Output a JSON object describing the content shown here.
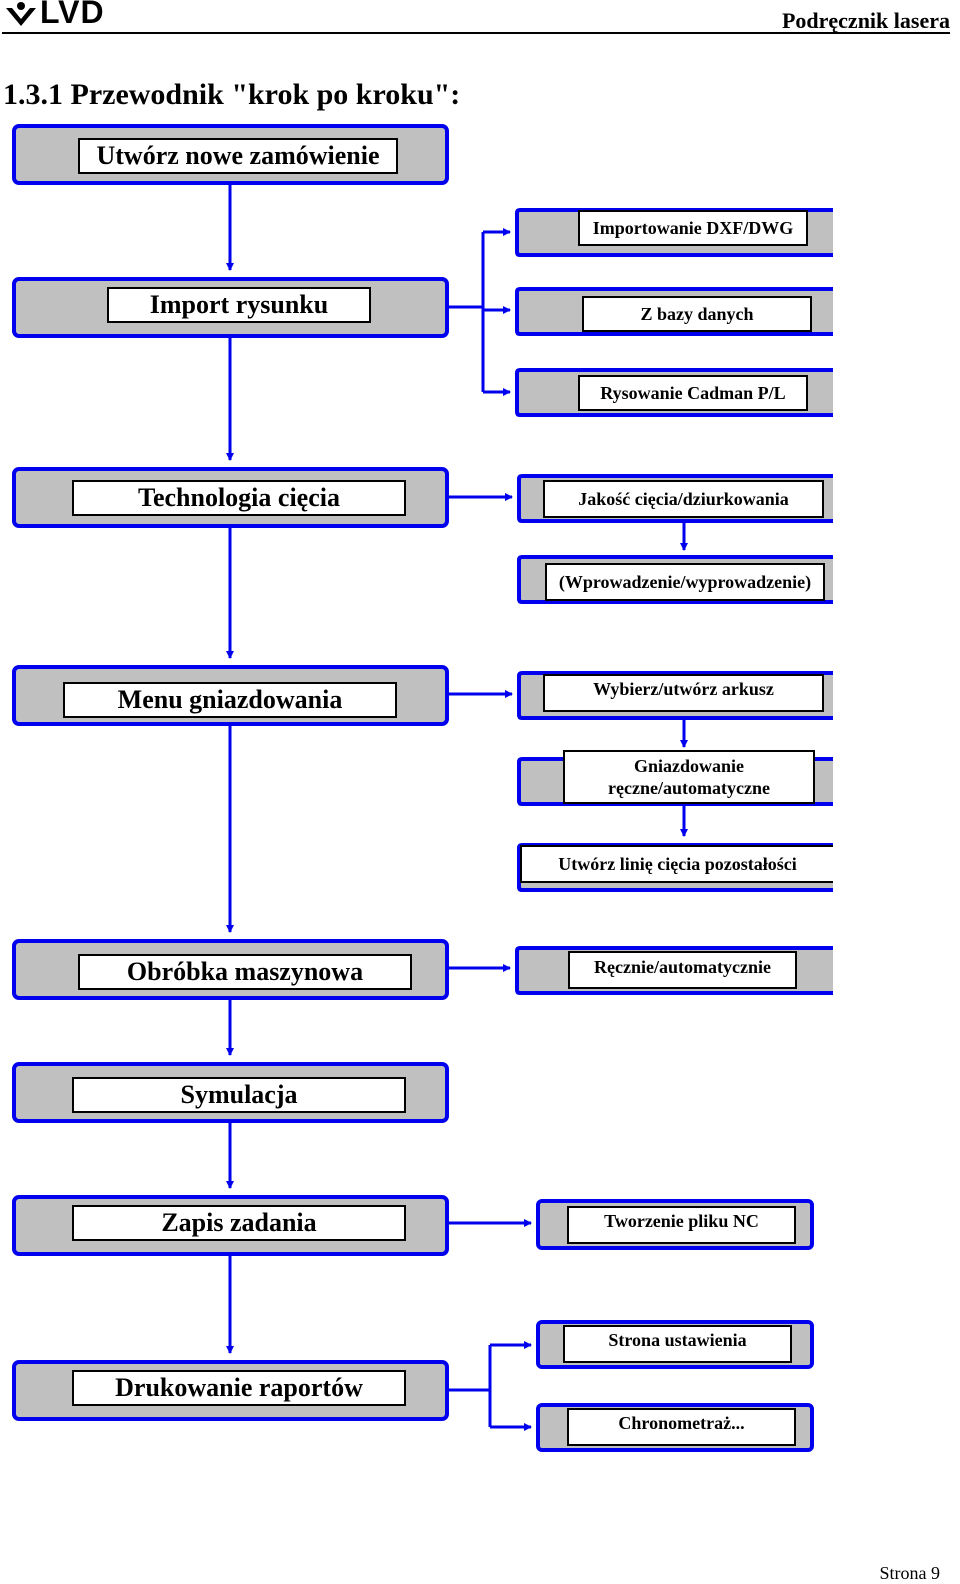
{
  "header": {
    "logo_text": "LVD",
    "manual_title": "Podręcznik lasera"
  },
  "section_title": "1.3.1 Przewodnik \"krok po kroku\":",
  "flow": {
    "main_steps": [
      "Utwórz nowe zamówienie",
      "Import rysunku",
      "Technologia cięcia",
      "Menu gniazdowania",
      "Obróbka maszynowa",
      "Symulacja",
      "Zapis zadania",
      "Drukowanie raportów"
    ],
    "sub_steps": {
      "import_dxf": "Importowanie DXF/DWG",
      "from_database": "Z bazy danych",
      "drawing_cadman": "Rysowanie Cadman P/L",
      "cut_quality": "Jakość cięcia/dziurkowania",
      "lead_in_out": "(Wprowadzenie/wyprowadzenie)",
      "select_sheet": "Wybierz/utwórz arkusz",
      "nesting_mode": "Gniazdowanie ręczne/automatyczne",
      "remnant_cut": "Utwórz linię cięcia pozostałości",
      "machining_mode": "Ręcznie/automatycznie",
      "nc_file": "Tworzenie pliku NC",
      "setup_page": "Strona ustawienia",
      "timing": "Chronometraż..."
    }
  },
  "footer": {
    "page_label": "Strona 9"
  },
  "colors": {
    "box_fill": "#c0c0c0",
    "box_border": "#0000ee",
    "arrow": "#0000ee"
  }
}
